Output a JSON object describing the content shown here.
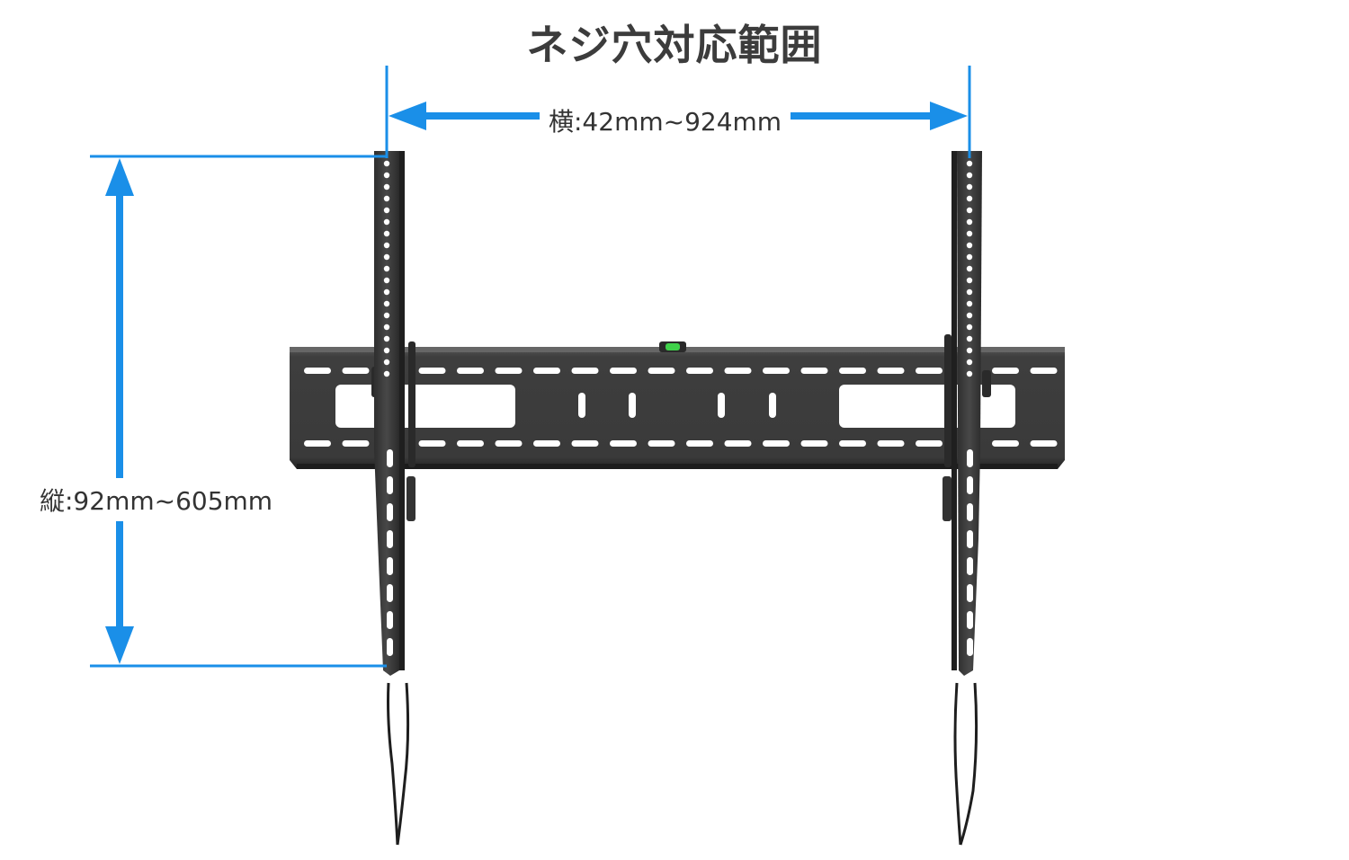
{
  "title": "ネジ穴対応範囲",
  "dimensions": {
    "horizontal_label": "横:42mm~924mm",
    "vertical_label": "縦:92mm~605mm"
  },
  "colors": {
    "dimension_line": "#1a8fe8",
    "bracket_metal": "#3d3d3d",
    "bracket_dark": "#1e1e1e",
    "level_bubble": "#3fd14a",
    "text": "#3c3c3c"
  },
  "figure": {
    "subject": "wall-mount-bracket-icon"
  }
}
